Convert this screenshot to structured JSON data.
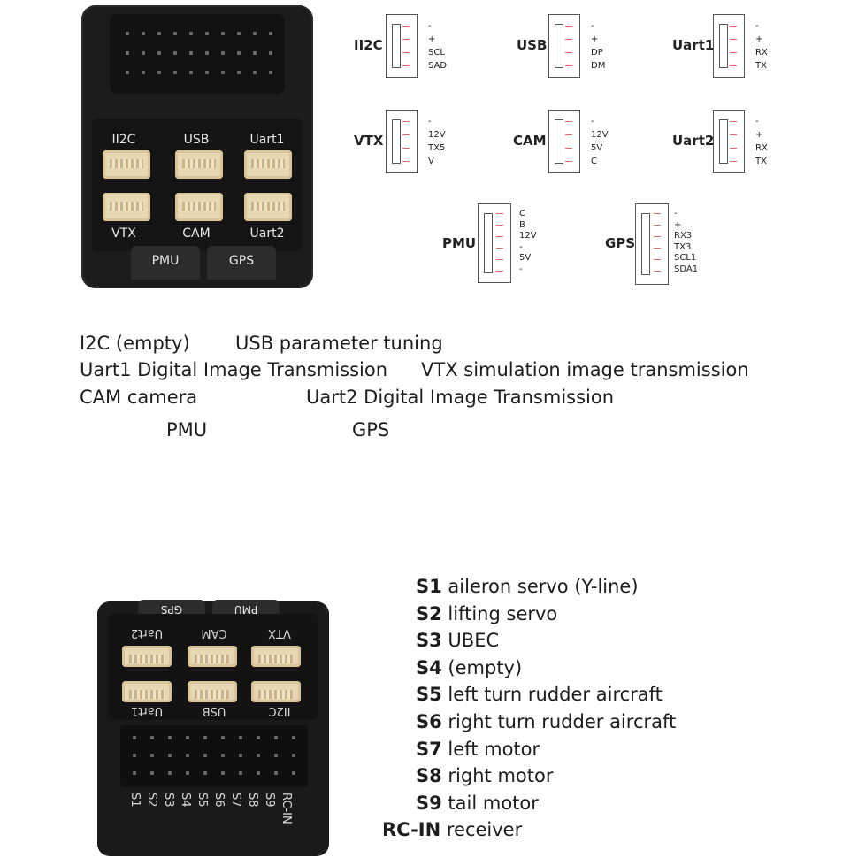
{
  "board_top": {
    "ports_row1": [
      "II2C",
      "USB",
      "Uart1"
    ],
    "ports_row2": [
      "VTX",
      "CAM",
      "Uart2"
    ],
    "tabs": [
      "PMU",
      "GPS"
    ]
  },
  "connectors": [
    {
      "name": "II2C",
      "pins": [
        "-",
        "+",
        "SCL",
        "SAD"
      ]
    },
    {
      "name": "USB",
      "pins": [
        "-",
        "+",
        "DP",
        "DM"
      ]
    },
    {
      "name": "Uart1",
      "pins": [
        "-",
        "+",
        "RX",
        "TX"
      ]
    },
    {
      "name": "VTX",
      "pins": [
        "-",
        "12V",
        "TX5",
        "V"
      ]
    },
    {
      "name": "CAM",
      "pins": [
        "-",
        "12V",
        "5V",
        "C"
      ]
    },
    {
      "name": "Uart2",
      "pins": [
        "-",
        "+",
        "RX",
        "TX"
      ]
    },
    {
      "name": "PMU",
      "pins": [
        "C",
        "B",
        "12V",
        "-",
        "5V",
        "-"
      ]
    },
    {
      "name": "GPS",
      "pins": [
        "-",
        "+",
        "RX3",
        "TX3",
        "SCL1",
        "SDA1"
      ]
    }
  ],
  "descriptions": {
    "i2c": "I2C (empty)",
    "usb": "USB parameter tuning",
    "uart1": "Uart1 Digital Image Transmission",
    "vtx": "VTX simulation image transmission",
    "cam": "CAM camera",
    "uart2": "Uart2 Digital Image Transmission",
    "pmu": "PMU",
    "gps": "GPS"
  },
  "board_bottom": {
    "tabs": [
      "GPS",
      "PMU"
    ],
    "row1": [
      "Uart2",
      "CAM",
      "VTX"
    ],
    "row2": [
      "Uart1",
      "USB",
      "II2C"
    ],
    "servo_labels": [
      "S1",
      "S2",
      "S3",
      "S4",
      "S5",
      "S6",
      "S7",
      "S8",
      "S9",
      "RC-IN"
    ]
  },
  "servos": [
    {
      "code": "S1",
      "desc": "aileron servo (Y-line)"
    },
    {
      "code": "S2",
      "desc": "lifting servo"
    },
    {
      "code": "S3",
      "desc": "UBEC"
    },
    {
      "code": "S4",
      "desc": "(empty)"
    },
    {
      "code": "S5",
      "desc": "left turn rudder aircraft"
    },
    {
      "code": "S6",
      "desc": "right turn rudder aircraft"
    },
    {
      "code": "S7",
      "desc": "left motor"
    },
    {
      "code": "S8",
      "desc": "right motor"
    },
    {
      "code": "S9",
      "desc": "tail motor"
    },
    {
      "code": "RC-IN",
      "desc": "receiver"
    }
  ]
}
